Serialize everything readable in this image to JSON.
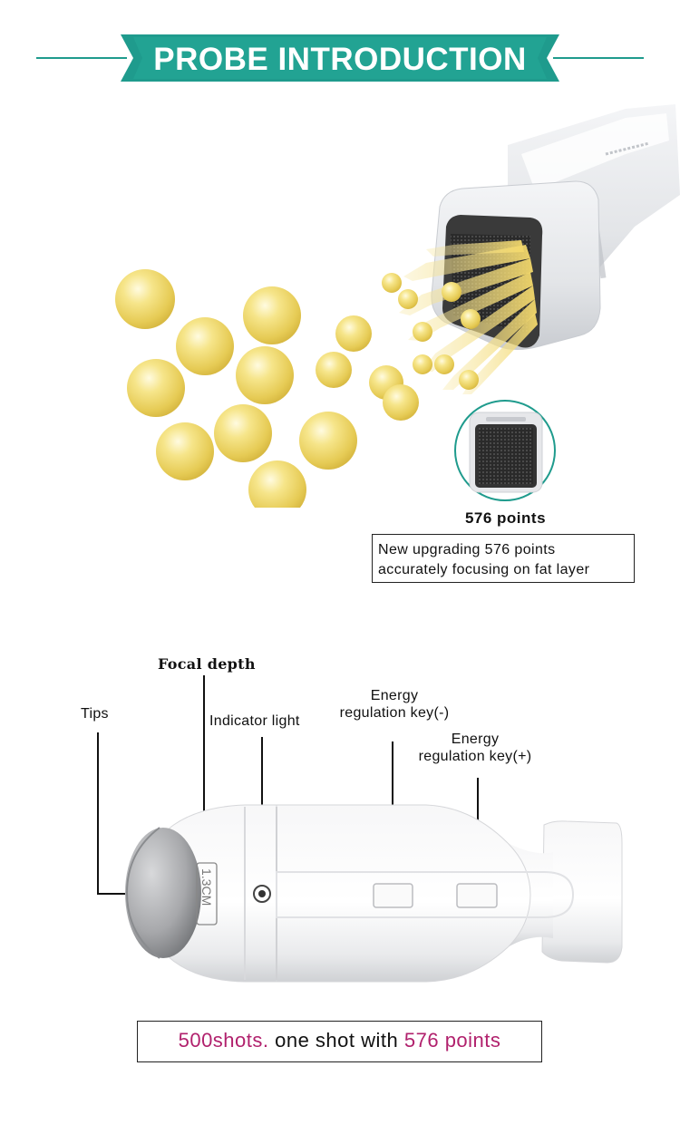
{
  "banner": {
    "title": "PROBE INTRODUCTION",
    "color": "#1f9b8d"
  },
  "cartridge": {
    "points_label": "576 points",
    "description_line1": "New upgrading 576 points",
    "description_line2": "accurately focusing on fat layer"
  },
  "callouts": {
    "focal_depth": "Focal depth",
    "tips": "Tips",
    "indicator_light": "Indicator light",
    "energy_minus_line1": "Energy",
    "energy_minus_line2": "regulation key(-)",
    "energy_plus_line1": "Energy",
    "energy_plus_line2": "regulation key(+)"
  },
  "probe": {
    "depth_marking": "1.3CM"
  },
  "shots": {
    "part1": "500shots.",
    "part2": " one shot with ",
    "part3": "576 points",
    "accent_color": "#b1216d"
  }
}
